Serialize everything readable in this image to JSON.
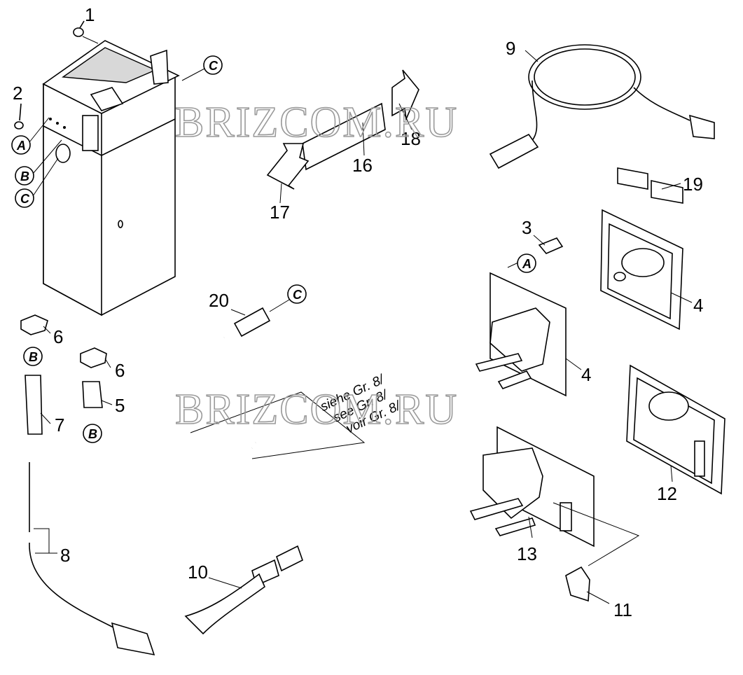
{
  "watermark": "BRIZCOM.RU",
  "reference_note": [
    "siehe Gr. 8/",
    "see Gr. 8/",
    "voir Gr. 8/"
  ],
  "callout_letters": {
    "A": "A",
    "B": "B",
    "C": "C"
  },
  "part_numbers": {
    "p1": "1",
    "p2": "2",
    "p3": "3",
    "p4a": "4",
    "p4b": "4",
    "p5": "5",
    "p6a": "6",
    "p6b": "6",
    "p7": "7",
    "p8": "8",
    "p9": "9",
    "p10": "10",
    "p11": "11",
    "p12": "12",
    "p13": "13",
    "p16": "16",
    "p17": "17",
    "p18": "18",
    "p19": "19",
    "p20": "20"
  }
}
